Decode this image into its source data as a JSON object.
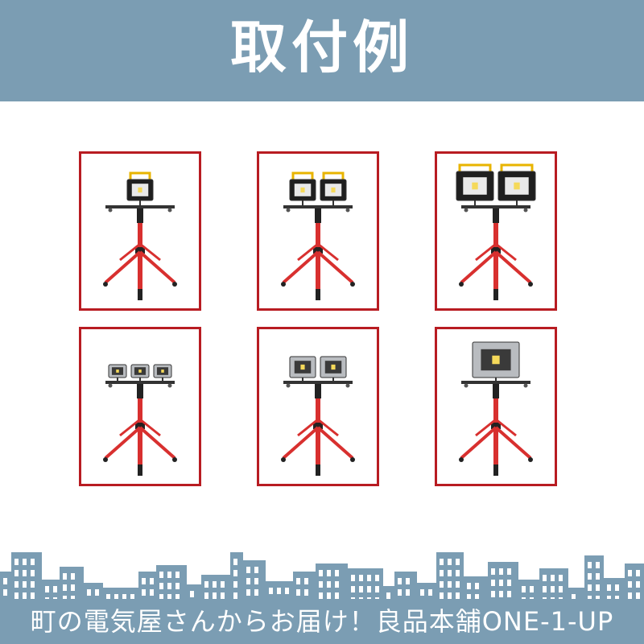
{
  "header": {
    "title": "取付例"
  },
  "colors": {
    "header_bg": "#7b9db3",
    "frame": "#b81c22",
    "tripod": "#d8302f",
    "skyline": "#7b9db3",
    "window": "#ffffff"
  },
  "examples": [
    {
      "lights": 1,
      "style": "yellow-handle"
    },
    {
      "lights": 2,
      "style": "yellow-handle"
    },
    {
      "lights": 2,
      "style": "yellow-handle-large"
    },
    {
      "lights": 3,
      "style": "silver-small"
    },
    {
      "lights": 2,
      "style": "silver"
    },
    {
      "lights": 1,
      "style": "silver-large"
    }
  ],
  "footer": {
    "text": "町の電気屋さんからお届け！良品本舗ONE-1-UP"
  }
}
